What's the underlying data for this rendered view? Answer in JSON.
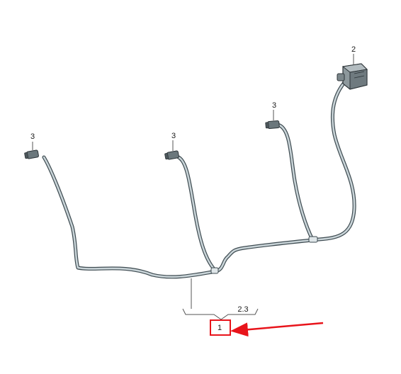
{
  "callouts": {
    "main": "1",
    "harness_note": "2.3",
    "connector": "2",
    "sensor_a": "3",
    "sensor_b": "3",
    "sensor_c": "3"
  },
  "colors": {
    "wire_outline": "#3d4a50",
    "wire_fill": "#c9d4d8",
    "highlight": "#e8141b",
    "leader": "#555555"
  }
}
